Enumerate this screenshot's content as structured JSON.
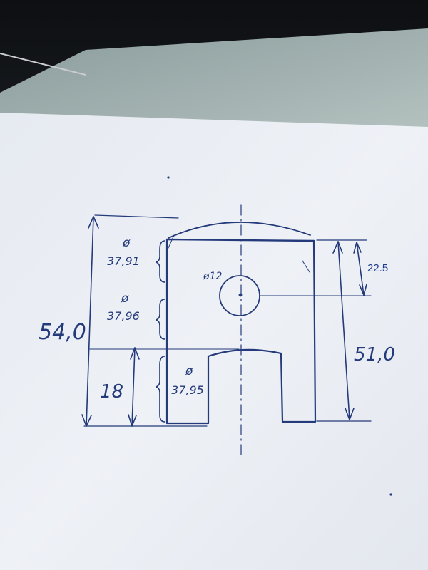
{
  "drawing": {
    "overall_height": "54,0",
    "body_height": "51,0",
    "hole_offset": "22.5",
    "hole_diameter": "ø12",
    "bottom_height": "18",
    "diameters": [
      {
        "symbol": "ø",
        "value": "37,91"
      },
      {
        "symbol": "ø",
        "value": "37,96"
      },
      {
        "symbol": "ø",
        "value": "37,95"
      }
    ]
  },
  "colors": {
    "ink": "#243a7a",
    "paper": "#eef1f6",
    "background": "#2a2f33"
  }
}
